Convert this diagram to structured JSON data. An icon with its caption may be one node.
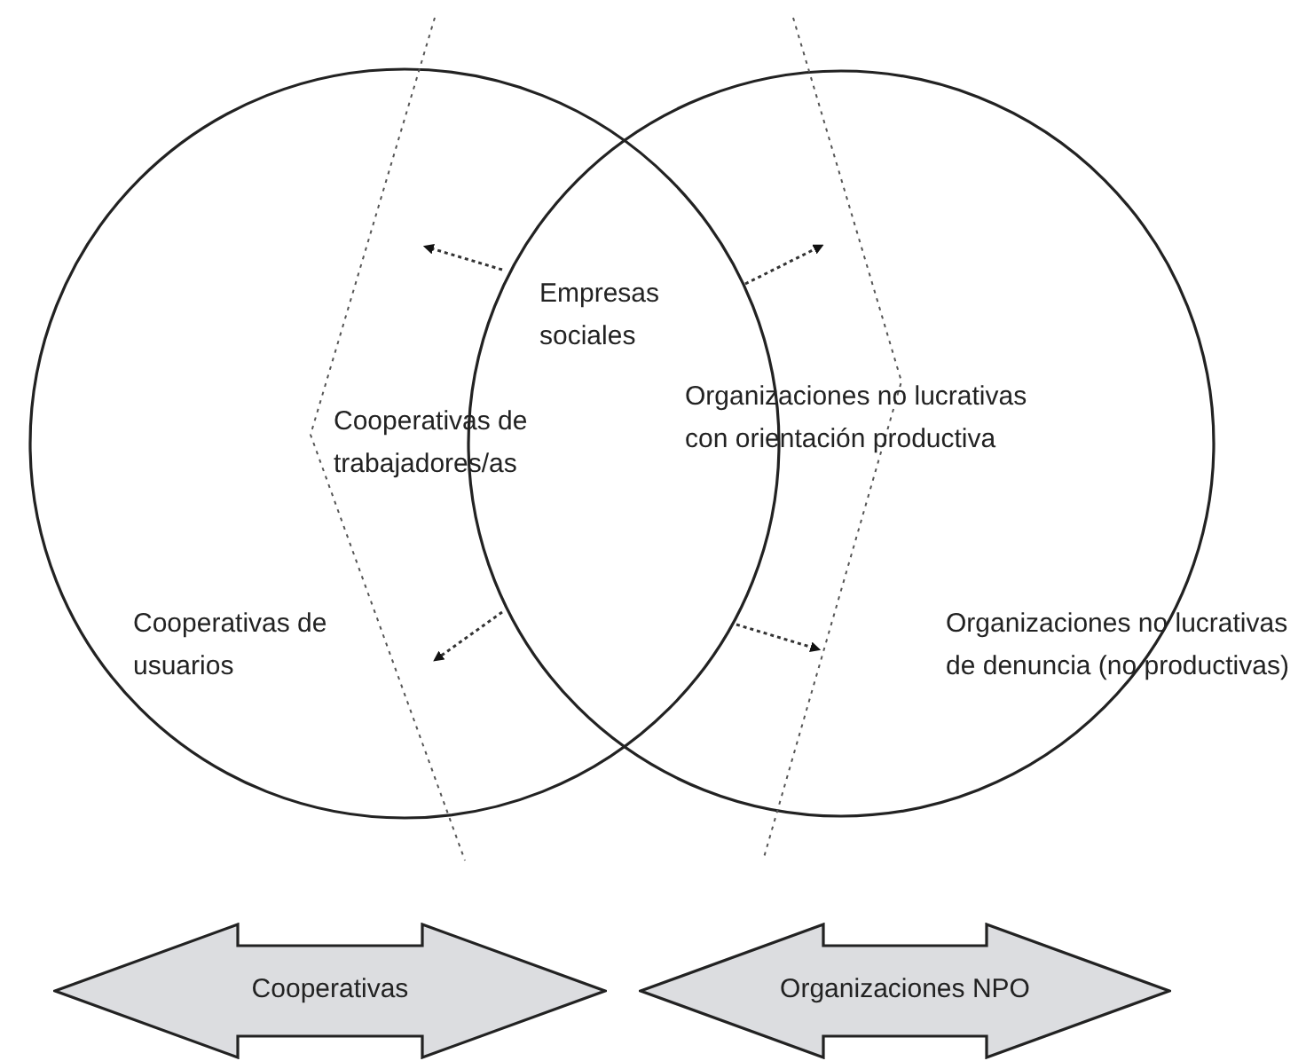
{
  "diagram": {
    "nodes": [
      {
        "text": [
          "Cooperativas"
        ]
      },
      {
        "text": [
          "Organizaciones NPO"
        ]
      }
    ],
    "labels": [
      "Empresas sociales",
      "Cooperativas de trabajadores/as",
      "Organizaciones no lucrativas con orientación productiva",
      "Cooperativas de usuarios",
      "Organizaciones no lucrativas de denuncia (no productivas)"
    ]
  }
}
